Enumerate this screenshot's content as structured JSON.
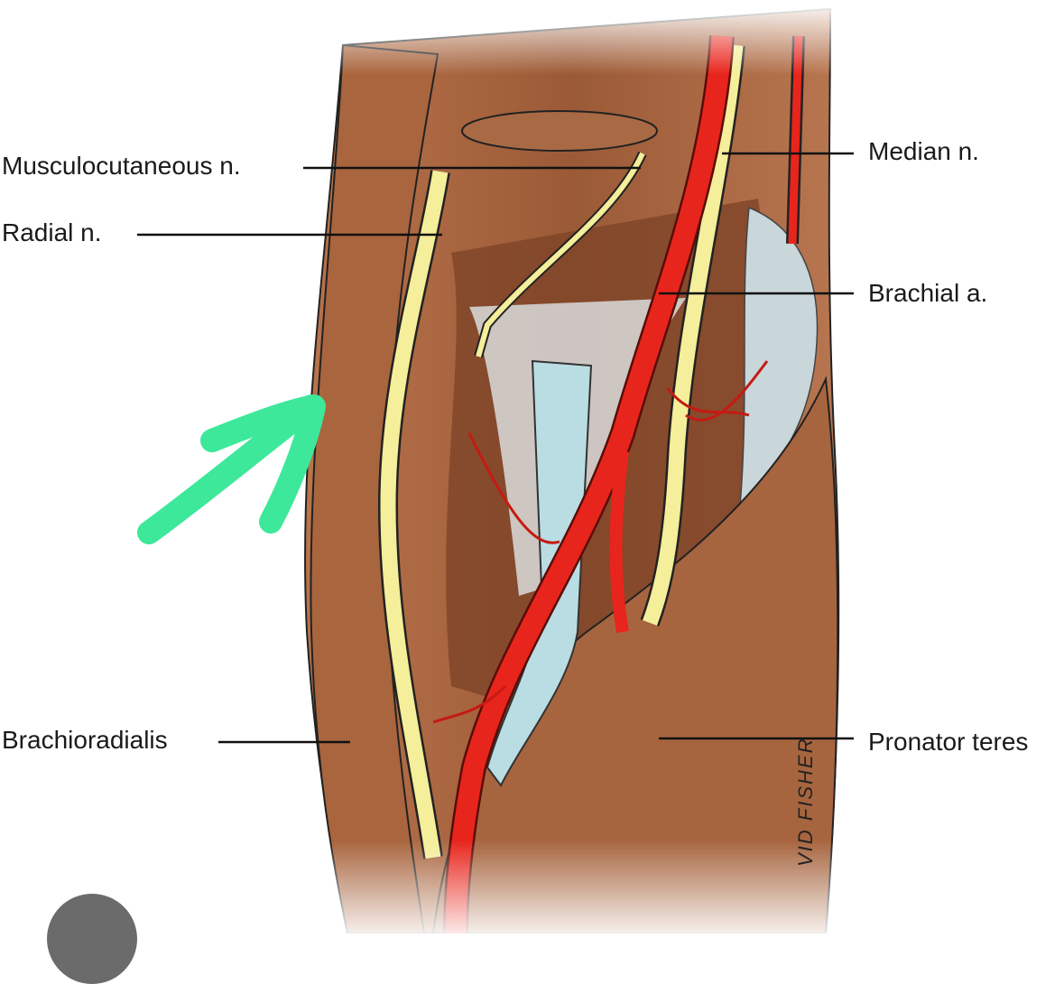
{
  "labels": {
    "musculocutaneous": "Musculocutaneous n.",
    "radial": "Radial n.",
    "median": "Median n.",
    "brachial": "Brachial a.",
    "brachioradialis": "Brachioradialis",
    "pronator": "Pronator teres"
  },
  "signature": "VID FISHER",
  "colors": {
    "muscle": "#a0603c",
    "nerve": "#f5ee9a",
    "artery": "#e8251c",
    "vein": "#b9dde3",
    "arrow": "#3de89a"
  }
}
